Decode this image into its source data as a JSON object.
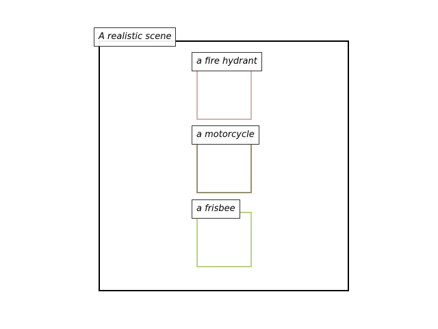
{
  "scene": {
    "label": "A realistic scene"
  },
  "objects": [
    {
      "label": "a fire hydrant",
      "color": "#d8b0b0"
    },
    {
      "label": "a motorcycle",
      "color": "#998e72"
    },
    {
      "label": "a frisbee",
      "color": "#b8d08a"
    }
  ]
}
